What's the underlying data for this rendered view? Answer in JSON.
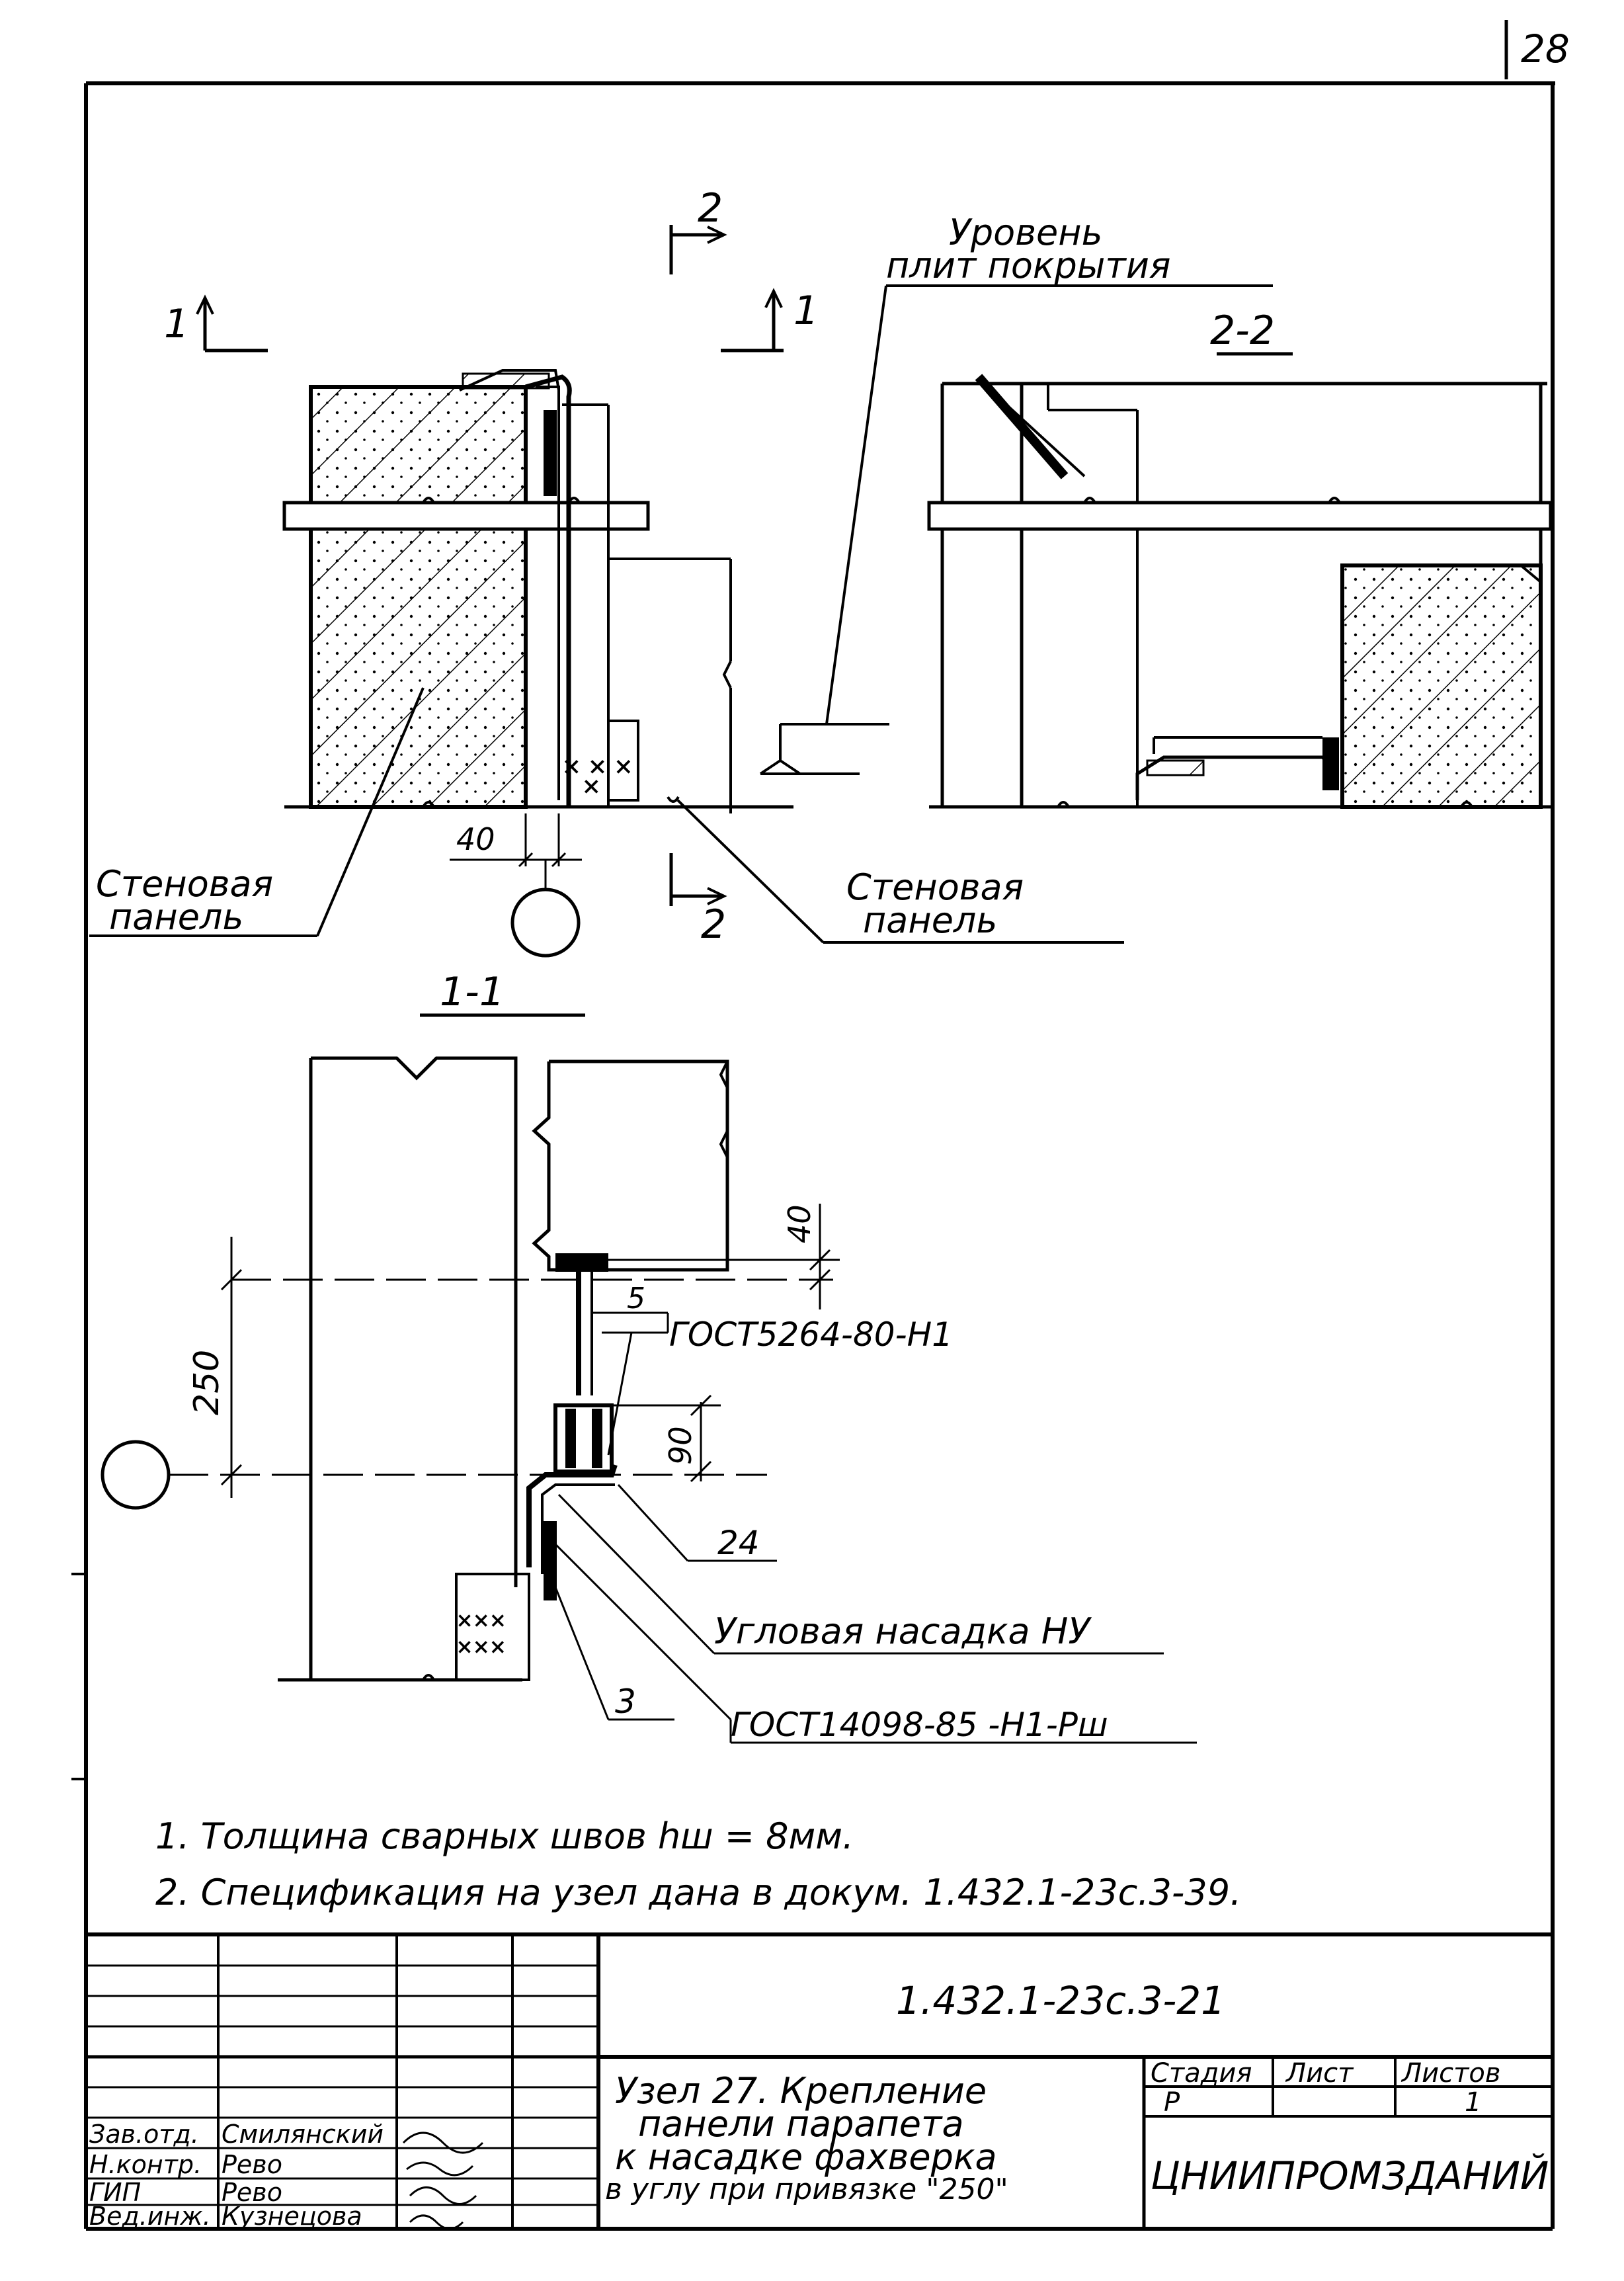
{
  "sheet_number": "28",
  "labels": {
    "level_line1": "Уровень",
    "level_line2": "плит покрытия",
    "section_mark_1_top": "1",
    "section_mark_1_right": "1",
    "section_mark_2_top": "2",
    "section_mark_2_bottom": "2",
    "section_2_2_title": "2-2",
    "section_1_1_title": "1-1",
    "wall_panel_left_line1": "Стеновая",
    "wall_panel_left_line2": "панель",
    "wall_panel_right_line1": "Стеновая",
    "wall_panel_right_line2": "панель",
    "dim_40_top": "40",
    "dim_40_right": "40",
    "dim_250": "250",
    "dim_90": "90",
    "weld_5": "5",
    "gost_5264": "ГОСТ5264-80-Н1",
    "item_24": "24",
    "corner_nozzle": "Угловая насадка НУ",
    "item_3": "3",
    "gost_14098": "ГОСТ14098-85 -Н1-Рш"
  },
  "notes": [
    "1. Толщина сварных швов hш = 8мм.",
    "2. Спецификация на узел дана в докум. 1.432.1-23с.3-39."
  ],
  "title_block": {
    "document_code": "1.432.1-23с.3-21",
    "title_lines": [
      "Узел 27. Крепление",
      "панели парапета",
      "к насадке фахверка",
      "в углу при привязке \"250\""
    ],
    "stage_header": "Стадия",
    "sheet_header": "Лист",
    "sheets_header": "Листов",
    "stage_value": "Р",
    "sheet_value": "",
    "sheets_value": "1",
    "organization": "ЦНИИПРОМЗДАНИЙ",
    "signatures": [
      {
        "role": "Зав.отд.",
        "name": "Смилянский"
      },
      {
        "role": "Н.контр.",
        "name": "Рево"
      },
      {
        "role": "ГИП",
        "name": "Рево"
      },
      {
        "role": "Вед.инж.",
        "name": "Кузнецова"
      }
    ]
  }
}
